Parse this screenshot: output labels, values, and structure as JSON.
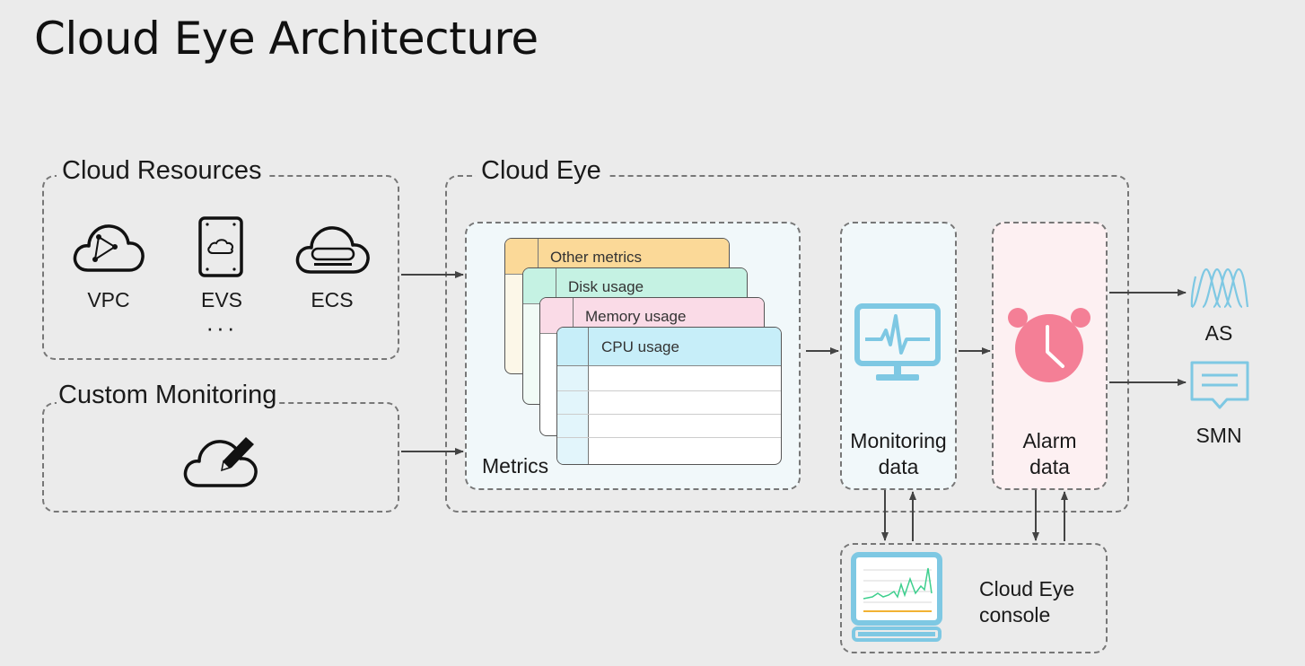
{
  "title": "Cloud Eye Architecture",
  "cloud_resources": {
    "label": "Cloud Resources",
    "items": [
      {
        "label": "VPC",
        "icon": "vpc-cloud-icon"
      },
      {
        "label": "EVS",
        "icon": "evs-disk-icon"
      },
      {
        "label": "ECS",
        "icon": "ecs-server-icon"
      }
    ],
    "more": "···"
  },
  "custom_monitoring": {
    "label": "Custom Monitoring",
    "icon": "cloud-edit-icon"
  },
  "cloud_eye": {
    "label": "Cloud Eye",
    "metrics": {
      "label": "Metrics",
      "cards": [
        "Other metrics",
        "Disk usage",
        "Memory usage",
        "CPU usage"
      ]
    },
    "monitoring_data": {
      "line1": "Monitoring",
      "line2": "data",
      "icon": "monitor-heartbeat-icon"
    },
    "alarm_data": {
      "line1": "Alarm",
      "line2": "data",
      "icon": "alarm-clock-icon"
    }
  },
  "outputs": [
    {
      "label": "AS",
      "icon": "auto-scaling-icon"
    },
    {
      "label": "SMN",
      "icon": "message-notification-icon"
    }
  ],
  "console": {
    "line1": "Cloud Eye",
    "line2": "console",
    "icon": "console-chart-icon"
  },
  "colors": {
    "background": "#ebebeb",
    "dashed_border": "#777777",
    "icon_blue": "#7ec8e3",
    "alarm_pink": "#f47f96",
    "card_other": "#fbd998",
    "card_disk": "#c5f2e3",
    "card_memory": "#fadbe7",
    "card_cpu": "#c7eef9"
  }
}
